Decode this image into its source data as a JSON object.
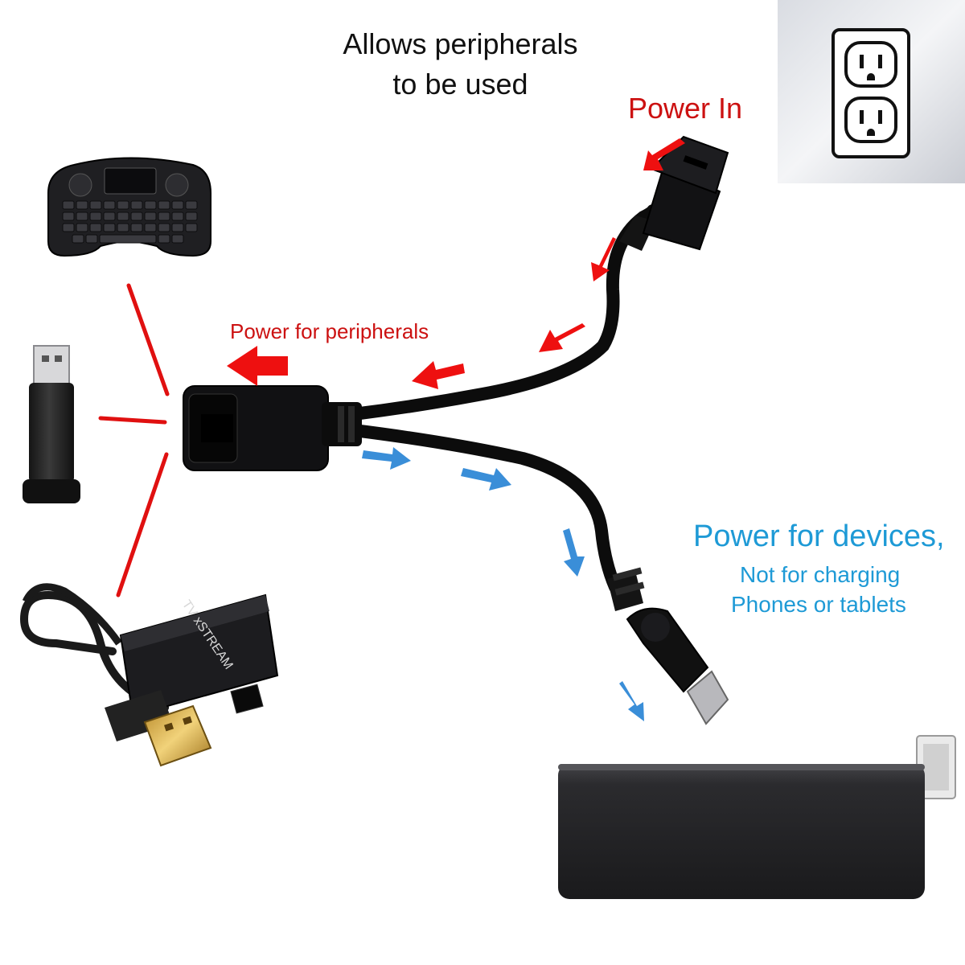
{
  "headline": {
    "line1": "Allows peripherals",
    "line2": "to be used"
  },
  "labels": {
    "power_in": "Power In",
    "power_for_peripherals": "Power for peripherals",
    "power_for_devices": "Power for devices,",
    "devices_note_line1": "Not for charging",
    "devices_note_line2": "Phones or tablets"
  },
  "adapter_brand": "TV xSTREAM",
  "icons": [
    "wall-outlet-icon",
    "mini-keyboard-icon",
    "usb-dongle-icon",
    "usb-ethernet-adapter-icon",
    "y-splitter-cable-icon",
    "streaming-stick-icon",
    "red-arrow-icon",
    "blue-arrow-icon"
  ],
  "colors": {
    "power_in": "#cc1111",
    "power_out": "#1e9ad6",
    "connector_lines": "#e01010",
    "cable": "#111111"
  }
}
